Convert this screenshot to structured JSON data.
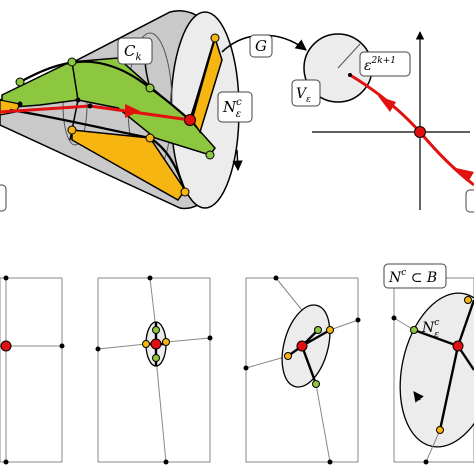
{
  "top": {
    "cone_label": "C",
    "cone_label_sub": "k",
    "map_label": "G",
    "nbhd_label": "N",
    "nbhd_label_sup": "c",
    "nbhd_label_sub": "ε",
    "disk_label": "V",
    "disk_label_sub": "ε",
    "exponent_label": "ε",
    "exponent_label_sup": "2k+1"
  },
  "bottom": {
    "panel4_label": "N",
    "panel4_label_sup": "c",
    "panel4_label_rest": " ⊂ B",
    "panel4_inner_label": "N",
    "panel4_inner_label_sup": "c",
    "panel4_inner_label_sub": "ε"
  },
  "colors": {
    "red": "#e31010",
    "green": "#8dc63f",
    "orange": "#f7b512",
    "gray": "#c9c9c9",
    "light": "#ececec"
  }
}
